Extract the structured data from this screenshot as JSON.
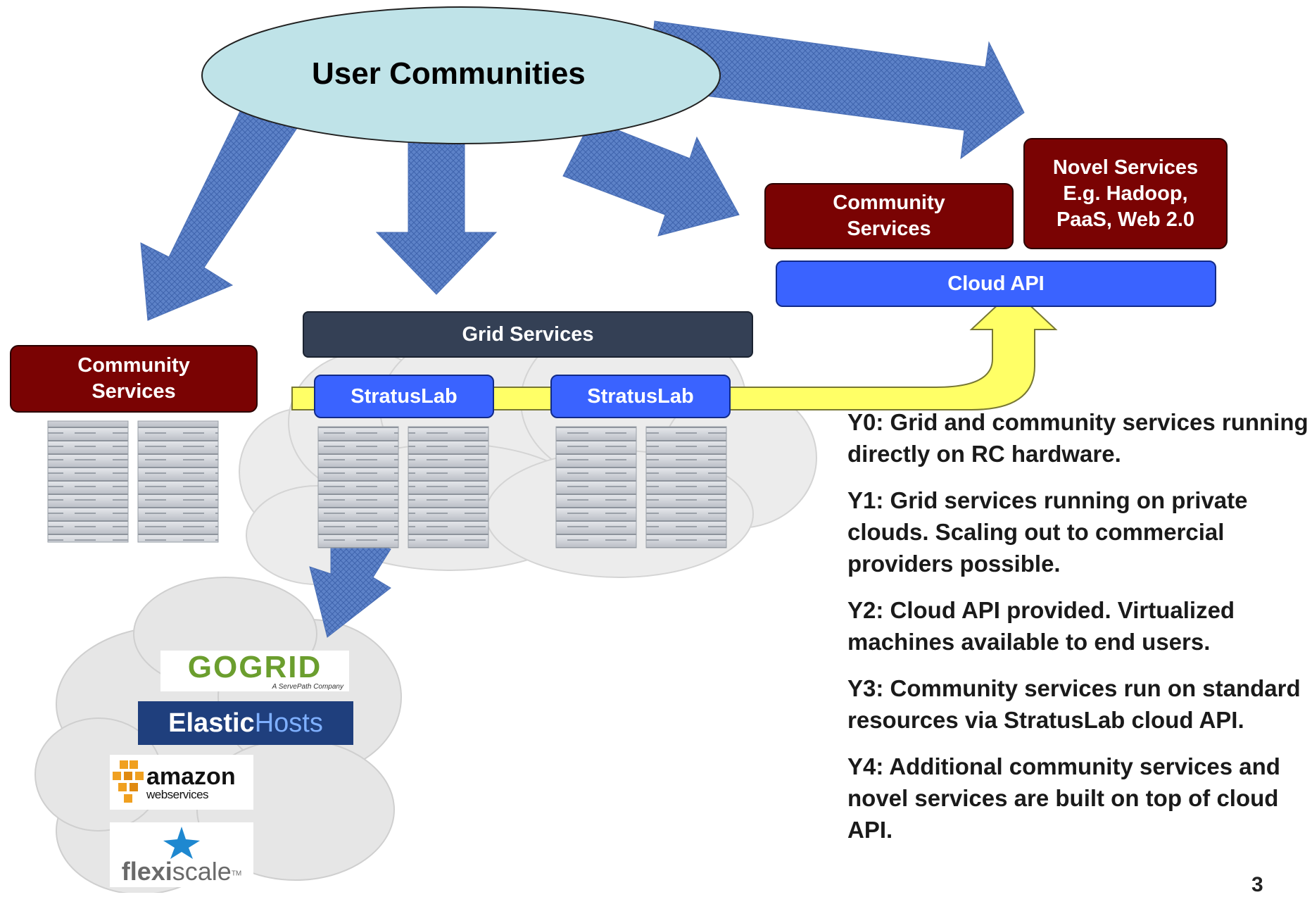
{
  "users": {
    "label": "User Communities"
  },
  "grid": {
    "label": "Grid Services"
  },
  "stratuslab": [
    {
      "label": "StratusLab"
    },
    {
      "label": "StratusLab"
    }
  ],
  "community_left": {
    "label": "Community Services"
  },
  "community_right": {
    "label": "Community Services"
  },
  "novel": {
    "label": "Novel Services E.g. Hadoop, PaaS, Web 2.0"
  },
  "cloud_api": {
    "label": "Cloud API"
  },
  "logos": {
    "gogrid": "GOGRID",
    "gogrid_tagline": "A ServePath Company",
    "elastichosts_a": "Elastic",
    "elastichosts_b": "Hosts",
    "amazon_a": "amazon",
    "amazon_b": "webservices",
    "flexiscale_a": "flexi",
    "flexiscale_b": "scale",
    "flexiscale_tm": "TM"
  },
  "notes": [
    "Y0: Grid and community services running directly on RC hardware.",
    "Y1: Grid services running on private clouds. Scaling out to commercial providers possible.",
    "Y2: Cloud API provided.  Virtualized machines available to end users.",
    "Y3: Community services run on standard resources via StratusLab cloud API.",
    "Y4: Additional community services and novel services are built on top of cloud API."
  ],
  "page_number": "3",
  "colors": {
    "arrow": "#5a7fc4",
    "ellipse": "#bfe3e8",
    "maroon": "#7a0303",
    "blue": "#3a63ff",
    "yellow": "#ffff66",
    "dark": "#344055"
  }
}
